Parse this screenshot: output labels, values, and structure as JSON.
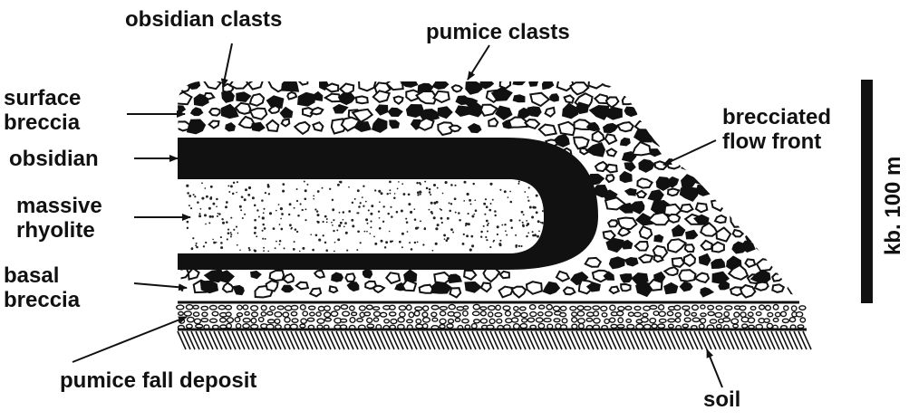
{
  "diagram": {
    "labels": {
      "obsidian_clasts": "obsidian clasts",
      "pumice_clasts": "pumice clasts",
      "surface_breccia": "surface\nbreccia",
      "obsidian": "obsidian",
      "massive_rhyolite": "massive\nrhyolite",
      "basal_breccia": "basal\nbreccia",
      "pumice_fall_deposit": "pumice fall deposit",
      "brecciated_flow_front": "brecciated\nflow front",
      "soil": "soil"
    },
    "scale_bar": {
      "label": "kb. 100 m"
    },
    "colors": {
      "ink": "#111111",
      "background": "#ffffff"
    }
  }
}
